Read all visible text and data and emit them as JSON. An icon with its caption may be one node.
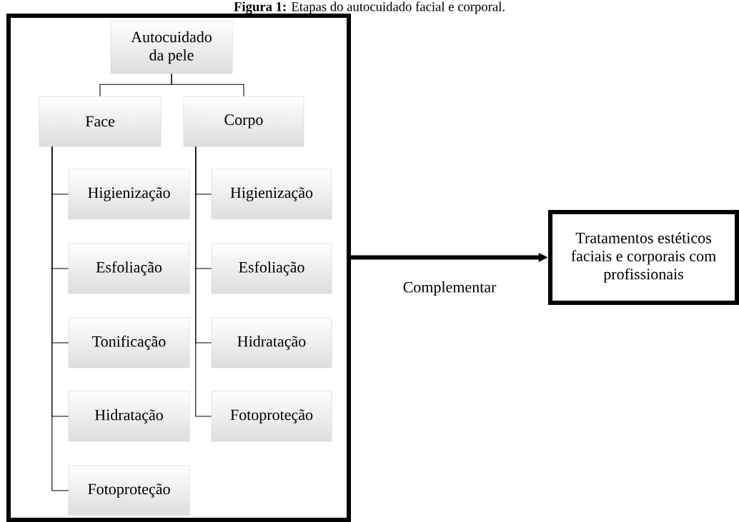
{
  "diagram": {
    "title": "**Figura 1:** Etapas do autocuidado facial e corporal.",
    "nodes": [
      {
        "text": [],
        "shape": "box"
      },
      {
        "text": [
          "Autocuidado da pele"
        ],
        "in": 0
      },
      {
        "text": [
          "Face"
        ],
        "in": 0
      },
      {
        "text": [
          "Corpo"
        ],
        "in": 0
      },
      {
        "text": [
          "Higienização"
        ],
        "in": 0
      },
      {
        "text": [
          "Esfoliação"
        ],
        "in": 0
      },
      {
        "text": [
          "Tonificação"
        ],
        "in": 0
      },
      {
        "text": [
          "Hidratação"
        ],
        "in": 0
      },
      {
        "text": [
          "Fotoproteção"
        ],
        "in": 0
      },
      {
        "text": [
          "Higienização"
        ],
        "in": 0
      },
      {
        "text": [
          "Esfoliação"
        ],
        "in": 0
      },
      {
        "text": [
          "Hidratação"
        ],
        "in": 0
      },
      {
        "text": [
          "Fotoproteção"
        ],
        "in": 0
      },
      {
        "text": [
          "Tratamentos estéticos faciais e corporais com profissionais"
        ]
      }
    ],
    "edges": [
      {
        "from": 1,
        "to": 2,
        "arrow": "none"
      },
      {
        "from": 1,
        "to": 3,
        "arrow": "none"
      },
      {
        "from": 2,
        "to": 4,
        "arrow": "none"
      },
      {
        "from": 2,
        "to": 5,
        "arrow": "none"
      },
      {
        "from": 2,
        "to": 6,
        "arrow": "none"
      },
      {
        "from": 2,
        "to": 7,
        "arrow": "none"
      },
      {
        "from": 2,
        "to": 8,
        "arrow": "none"
      },
      {
        "from": 3,
        "to": 9,
        "arrow": "none"
      },
      {
        "from": 3,
        "to": 10,
        "arrow": "none"
      },
      {
        "from": 3,
        "to": 11,
        "arrow": "none"
      },
      {
        "from": 3,
        "to": 12,
        "arrow": "none"
      },
      {
        "from": 0,
        "to": 13,
        "arrow": "to",
        "label": "Complementar",
        "style": "thick"
      }
    ]
  }
}
